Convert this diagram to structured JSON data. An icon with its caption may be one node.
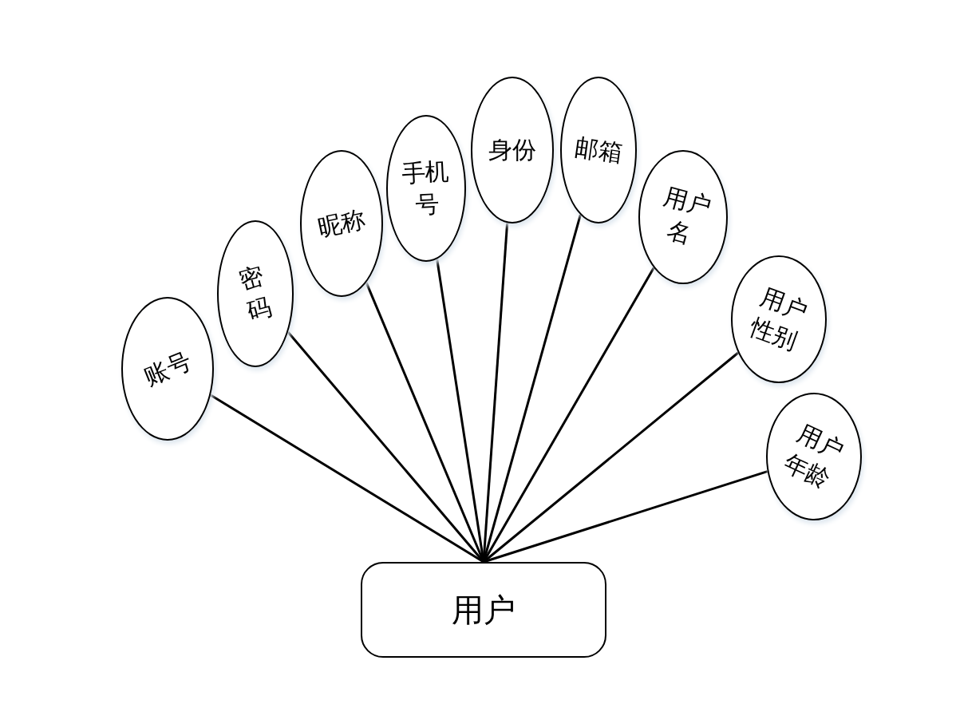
{
  "diagram": {
    "nodes": [
      {
        "text": [
          "用户"
        ]
      },
      {
        "text": [
          "账号"
        ]
      },
      {
        "text": [
          "密码"
        ]
      },
      {
        "text": [
          "昵称"
        ]
      },
      {
        "text": [
          "手机号"
        ]
      },
      {
        "text": [
          "身份"
        ]
      },
      {
        "text": [
          "邮箱"
        ]
      },
      {
        "text": [
          "用户名"
        ]
      },
      {
        "text": [
          "用户性别"
        ]
      },
      {
        "text": [
          "用户年龄"
        ]
      }
    ],
    "edges": [
      {
        "from": 0,
        "to": 1,
        "arrow": "none"
      },
      {
        "from": 0,
        "to": 2,
        "arrow": "none"
      },
      {
        "from": 0,
        "to": 3,
        "arrow": "none"
      },
      {
        "from": 0,
        "to": 4,
        "arrow": "none"
      },
      {
        "from": 0,
        "to": 5,
        "arrow": "none"
      },
      {
        "from": 0,
        "to": 6,
        "arrow": "none"
      },
      {
        "from": 0,
        "to": 7,
        "arrow": "none"
      },
      {
        "from": 0,
        "to": 8,
        "arrow": "none"
      },
      {
        "from": 0,
        "to": 9,
        "arrow": "none"
      }
    ]
  }
}
